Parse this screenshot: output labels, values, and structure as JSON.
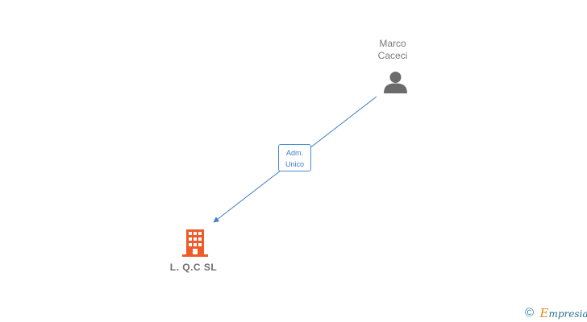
{
  "nodes": {
    "person": {
      "name_line1": "Marco",
      "name_line2": "Caceci",
      "icon": "person-icon",
      "color": "#6b6b6b"
    },
    "company": {
      "name": "L. Q.C SL",
      "icon": "building-icon",
      "color": "#f05a28"
    }
  },
  "edge": {
    "label_line1": "Adm.",
    "label_line2": "Unico",
    "color": "#3f7fc2"
  },
  "footer": {
    "copyright_symbol": "©",
    "brand_first_letter": "E",
    "brand_rest": "mpresia"
  }
}
